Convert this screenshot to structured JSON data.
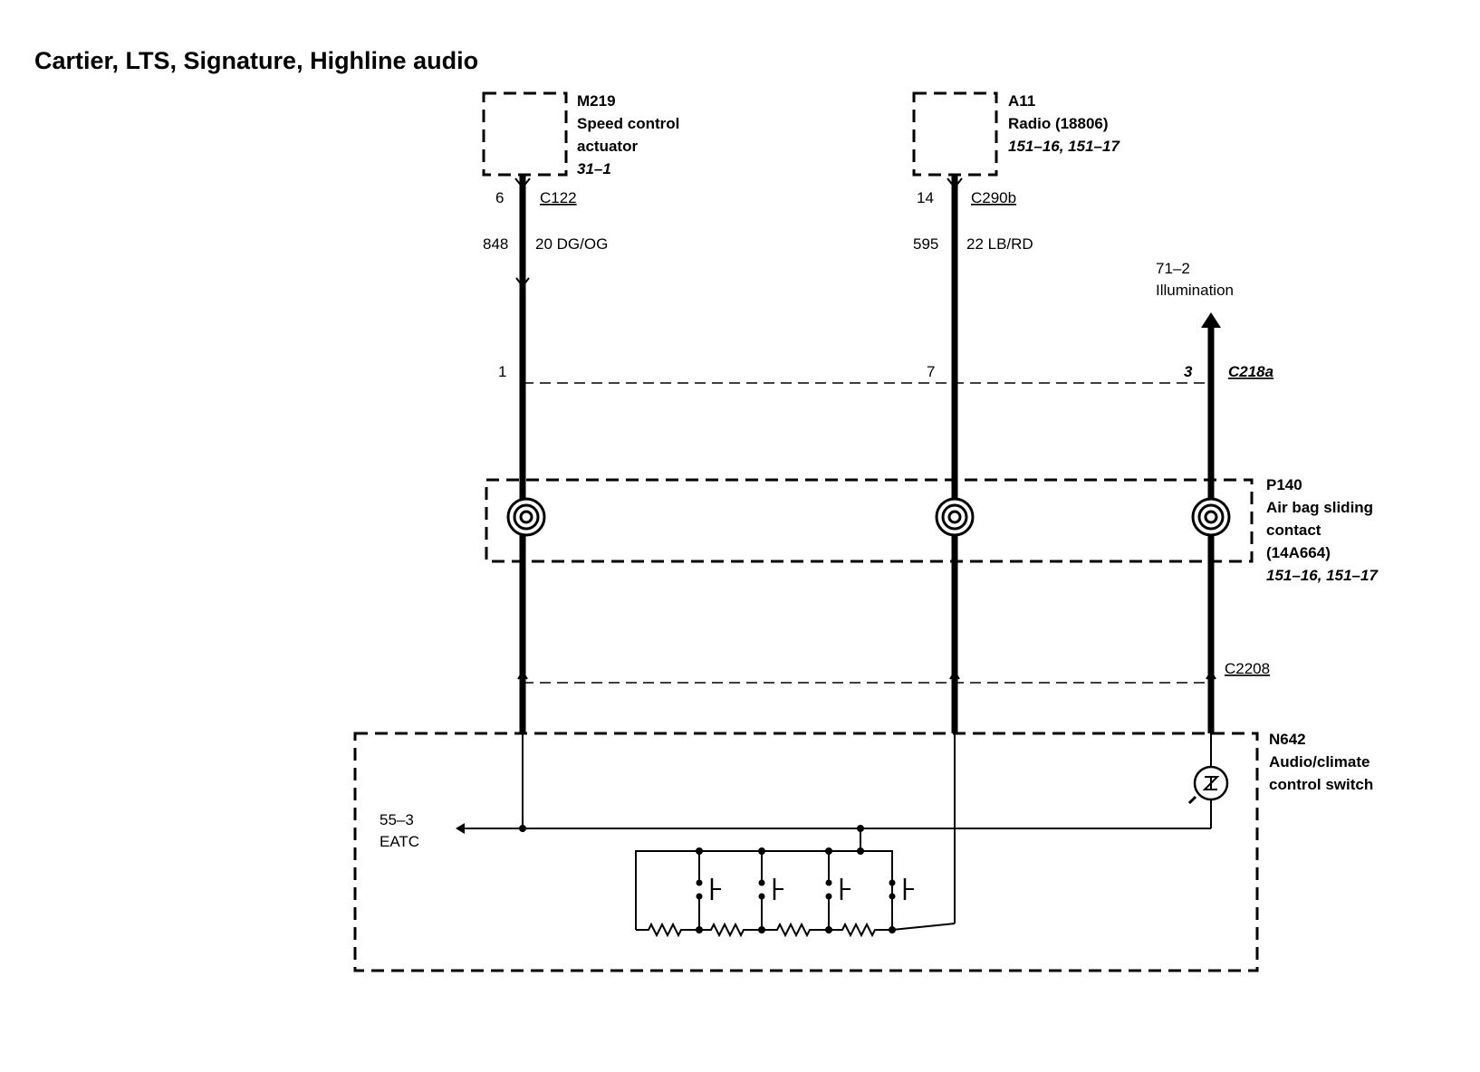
{
  "title": "Cartier, LTS, Signature, Highline audio",
  "components": {
    "m219": {
      "id": "M219",
      "name_line1": "Speed control",
      "name_line2": "actuator",
      "ref": "31–1"
    },
    "a11": {
      "id": "A11",
      "name": "Radio (18806)",
      "ref": "151–16, 151–17"
    },
    "p140": {
      "id": "P140",
      "name_line1": "Air bag sliding",
      "name_line2": "contact",
      "part": "(14A664)",
      "ref": "151–16, 151–17"
    },
    "n642": {
      "id": "N642",
      "name_line1": "Audio/climate",
      "name_line2": "control switch"
    }
  },
  "wires": {
    "left": {
      "pin_top": "6",
      "connector_top": "C122",
      "circuit": "848",
      "gauge_color": "20 DG/OG",
      "pin_mid": "1"
    },
    "middle": {
      "pin_top": "14",
      "connector_top": "C290b",
      "circuit": "595",
      "gauge_color": "22 LB/RD",
      "pin_mid": "7"
    },
    "right": {
      "pin_mid": "3"
    }
  },
  "connectors": {
    "c218a": "C218a",
    "c2208": "C2208"
  },
  "references": {
    "illumination_ref": "71–2",
    "illumination_label": "Illumination",
    "eatc_ref": "55–3",
    "eatc_label": "EATC"
  }
}
